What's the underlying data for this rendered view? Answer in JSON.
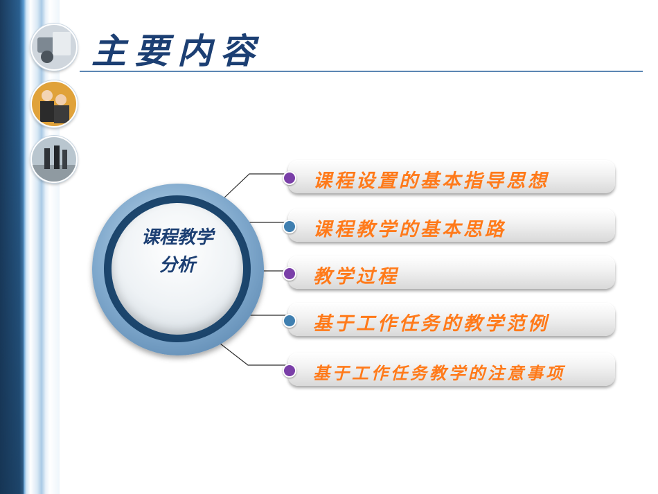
{
  "title": "主要内容",
  "hub": {
    "line1": "课程教学",
    "line2": "分析"
  },
  "items": [
    {
      "label": "课程设置的基本指导思想",
      "dot_color": "#7a3fa8"
    },
    {
      "label": "课程教学的基本思路",
      "dot_color": "#3f7fb0"
    },
    {
      "label": "教学过程",
      "dot_color": "#7a3fa8"
    },
    {
      "label": "基于工作任务的教学范例",
      "dot_color": "#3f7fb0"
    },
    {
      "label": "基于工作任务教学的注意事项",
      "dot_color": "#7a3fa8"
    }
  ],
  "colors": {
    "title": "#1c3f73",
    "item_text": "#ff7a1a",
    "rule": "#5b86b3"
  },
  "photos": [
    "objects-photo",
    "business-people-photo",
    "walking-people-photo"
  ]
}
